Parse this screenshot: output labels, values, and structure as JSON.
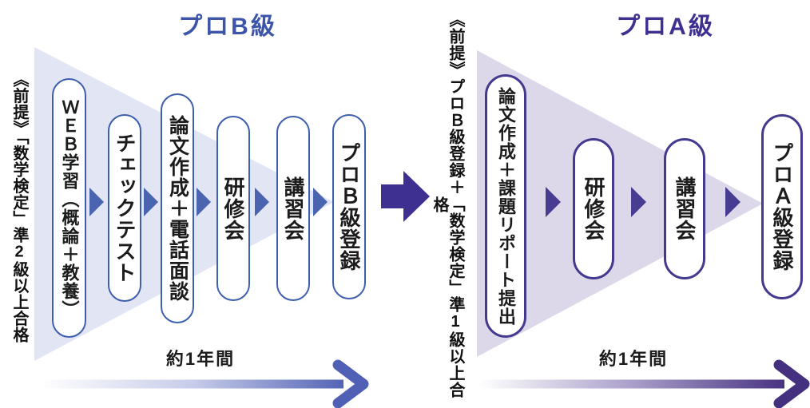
{
  "diagram": {
    "prerequisite_left": "《前提》「数学検定」準2級以上合格",
    "prerequisite_middle": "《前提》プロＢ級登録＋「数学検定」準1級以上合格",
    "pro_b": {
      "title": "プロB級",
      "steps": [
        "ＷＥＢ学習（概論＋教養）",
        "チェックテスト",
        "論文作成＋電話面談",
        "研修会",
        "講習会",
        "プロＢ級登録"
      ],
      "duration_label": "約1年間",
      "accent_color": "#3d55a8",
      "border_color": "#3e5fae",
      "funnel_color": "#e2e5f4"
    },
    "pro_a": {
      "title": "プロA級",
      "steps": [
        "論文作成＋課題リポート提出",
        "研修会",
        "講習会",
        "プロＡ級登録"
      ],
      "duration_label": "約1年間",
      "accent_color": "#3e3090",
      "border_color": "#43398f",
      "funnel_color": "#dcd8e9"
    }
  }
}
